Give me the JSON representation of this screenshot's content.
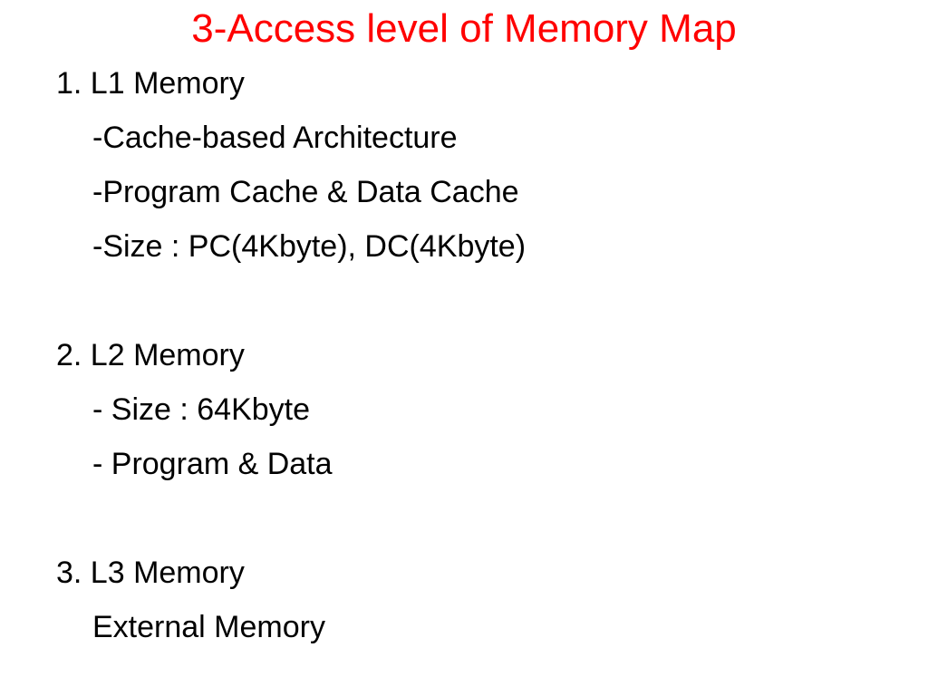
{
  "slide": {
    "title": "3-Access level of Memory Map",
    "title_color": "#ff0000",
    "sections": [
      {
        "heading": "1. L1 Memory",
        "lines": [
          "-Cache-based Architecture",
          "-Program Cache & Data Cache",
          "-Size : PC(4Kbyte), DC(4Kbyte)"
        ]
      },
      {
        "heading": "2. L2 Memory",
        "lines": [
          "- Size : 64Kbyte",
          "- Program & Data"
        ]
      },
      {
        "heading": "3. L3 Memory",
        "lines": [
          "External Memory"
        ]
      }
    ]
  }
}
